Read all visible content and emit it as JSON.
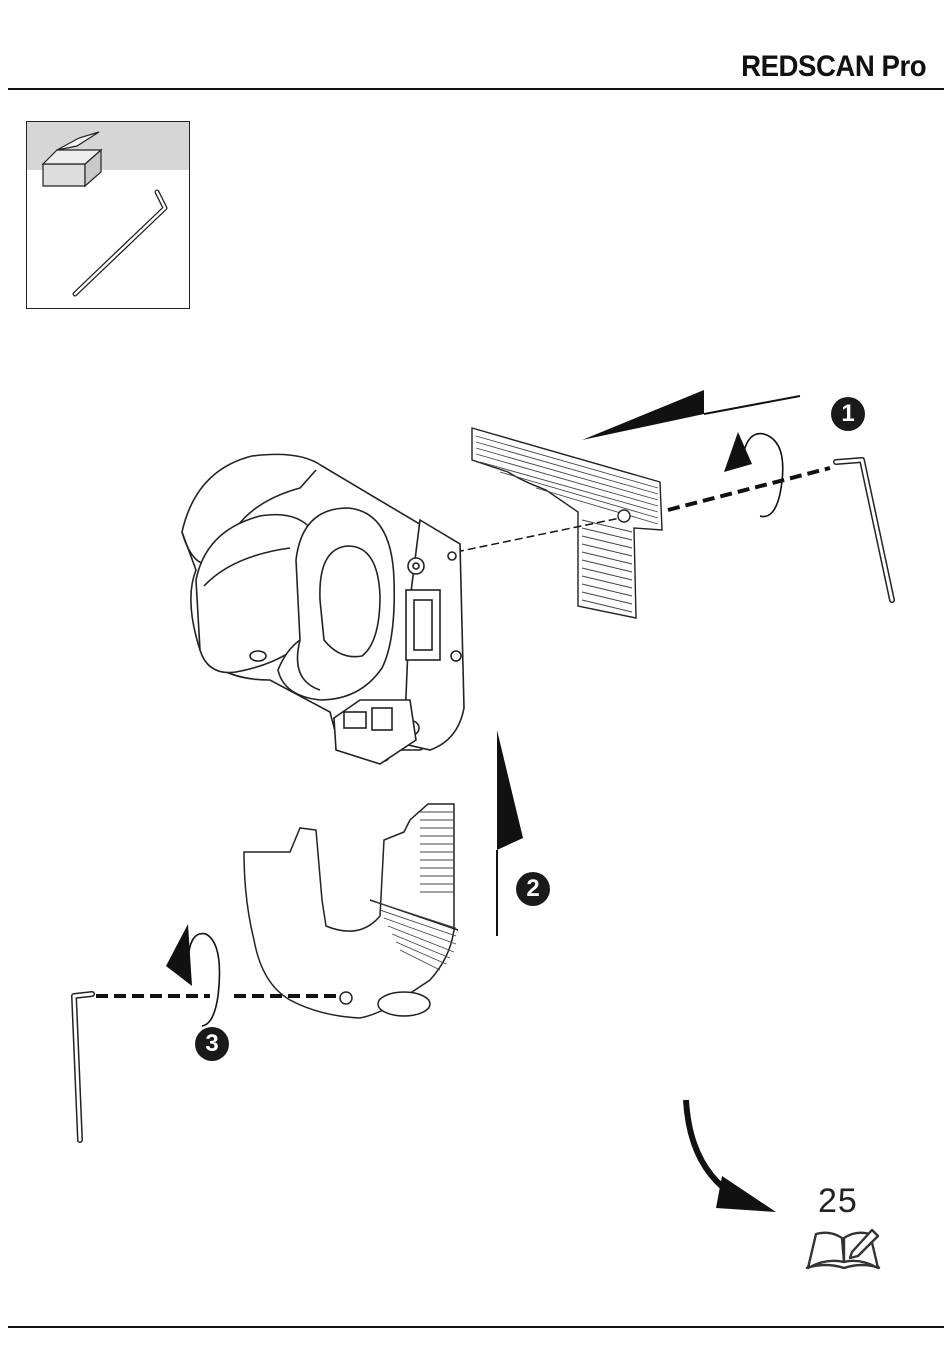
{
  "header": {
    "brand": "REDSCAN Pro"
  },
  "tools": {
    "icons": [
      "open-box-icon",
      "hex-key-icon"
    ]
  },
  "steps": [
    {
      "number": "1"
    },
    {
      "number": "2"
    },
    {
      "number": "3"
    }
  ],
  "page_reference": {
    "page": "25",
    "icon": "manual-book-icon"
  }
}
